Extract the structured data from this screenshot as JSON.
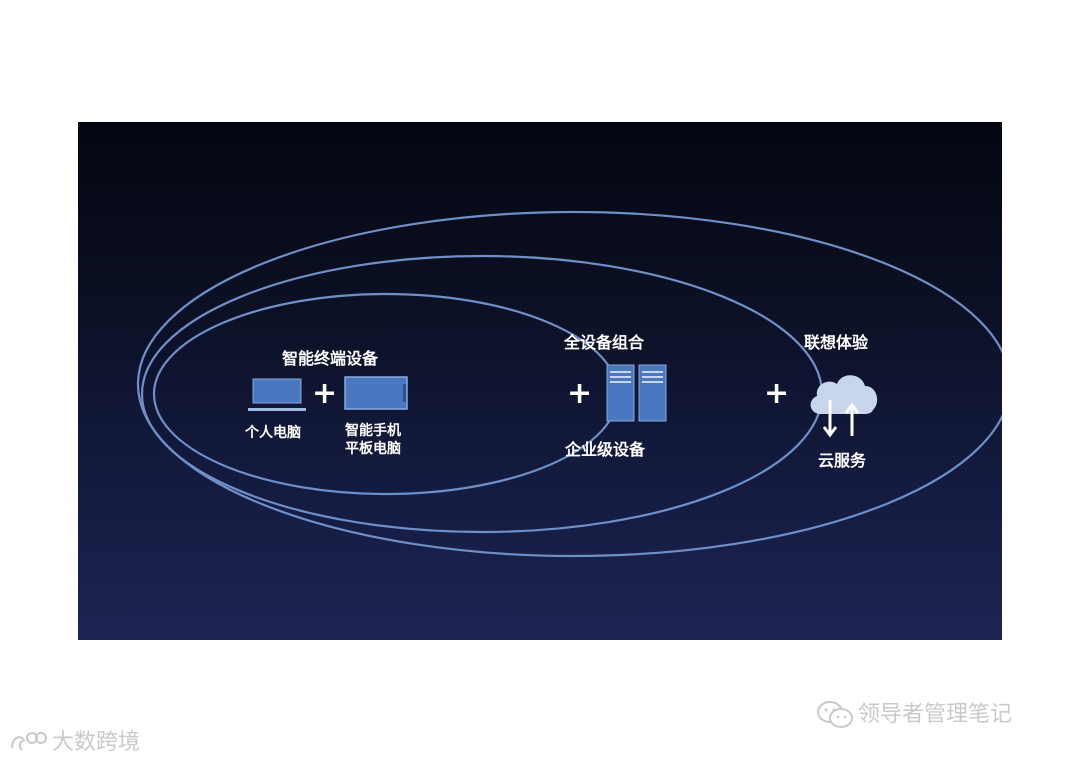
{
  "diagram": {
    "inner_title": "智能终端设备",
    "pc_label": "个人电脑",
    "phone_tablet_label_line1": "智能手机",
    "phone_tablet_label_line2": "平板电脑",
    "middle_title": "全设备组合",
    "middle_label": "企业级设备",
    "outer_title": "联想体验",
    "outer_label": "云服务",
    "plus_symbol": "+"
  },
  "watermarks": {
    "bottom_right": "领导者管理笔记",
    "bottom_left": "大数跨境"
  },
  "colors": {
    "ring": "#6f8fc8",
    "device_blue": "#4a78c0",
    "cloud": "#c8d6ec"
  }
}
